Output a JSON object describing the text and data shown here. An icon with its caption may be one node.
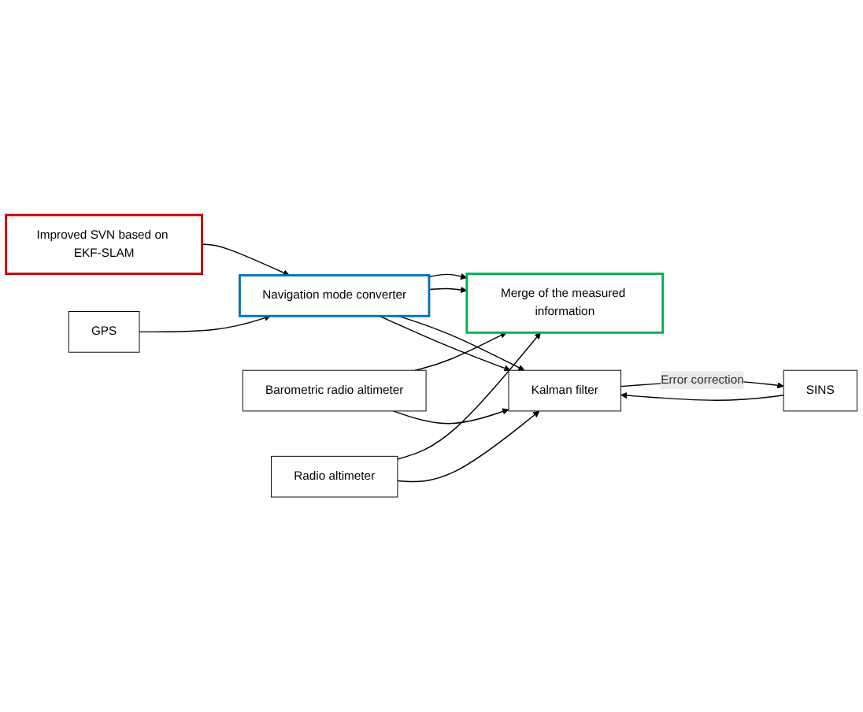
{
  "diagram": {
    "nodes": [
      {
        "text": [
          "Improved SVN based on EKF-SLAM"
        ]
      },
      {
        "text": [
          "Navigation mode converter"
        ]
      },
      {
        "text": [
          "GPS"
        ]
      },
      {
        "text": [
          "Barometric radio altimeter"
        ]
      },
      {
        "text": [
          "Merge of the measured information"
        ]
      },
      {
        "text": [
          "Radio altimeter"
        ]
      },
      {
        "text": [
          "Kalman filter"
        ]
      },
      {
        "text": [
          "SINS"
        ]
      }
    ],
    "edges": [
      {
        "from": 0,
        "to": 1,
        "arrow": "to"
      },
      {
        "from": 2,
        "to": 1,
        "arrow": "to"
      },
      {
        "from": 1,
        "to": 4,
        "arrow": "to"
      },
      {
        "from": 1,
        "to": 4,
        "arrow": "to"
      },
      {
        "from": 1,
        "to": 6,
        "arrow": "to"
      },
      {
        "from": 1,
        "to": 6,
        "arrow": "to"
      },
      {
        "from": 3,
        "to": 4,
        "arrow": "to"
      },
      {
        "from": 5,
        "to": 4,
        "arrow": "to"
      },
      {
        "from": 5,
        "to": 6,
        "arrow": "to"
      },
      {
        "from": 3,
        "to": 6,
        "arrow": "to"
      },
      {
        "from": 7,
        "to": 6,
        "arrow": "to"
      },
      {
        "from": 6,
        "to": 7,
        "label": "Error correction",
        "arrow": "to"
      }
    ]
  }
}
